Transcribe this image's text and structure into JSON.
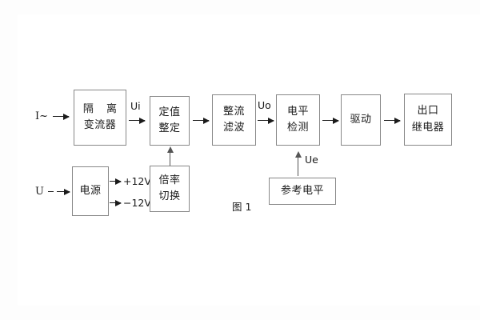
{
  "figure": {
    "caption": "图 1",
    "accent_color": "#1b1b1b",
    "box_border_color": "#888888",
    "background": "#ffffff"
  },
  "blocks": [
    {
      "id": "isolation-transformer",
      "line1": "隔 离",
      "line2": "变流器"
    },
    {
      "id": "setting-value",
      "line1": "定值",
      "line2": "整定"
    },
    {
      "id": "rectify-filter",
      "line1": "整流",
      "line2": "滤波"
    },
    {
      "id": "level-detect",
      "line1": "电平",
      "line2": "检测"
    },
    {
      "id": "drive",
      "line1": "驱动",
      "line2": ""
    },
    {
      "id": "output-relay",
      "line1": "出口",
      "line2": "继电器"
    },
    {
      "id": "power-supply",
      "line1": "电源",
      "line2": ""
    },
    {
      "id": "multiplier-switch",
      "line1": "倍率",
      "line2": "切换"
    },
    {
      "id": "reference-level",
      "line1": "参考电平",
      "line2": ""
    }
  ],
  "signals": {
    "current_input": "I~",
    "voltage_input": "U",
    "ui": "Ui",
    "uo": "Uo",
    "ue": "Ue",
    "supply_positive": "+12V",
    "supply_negative": "−12V"
  }
}
